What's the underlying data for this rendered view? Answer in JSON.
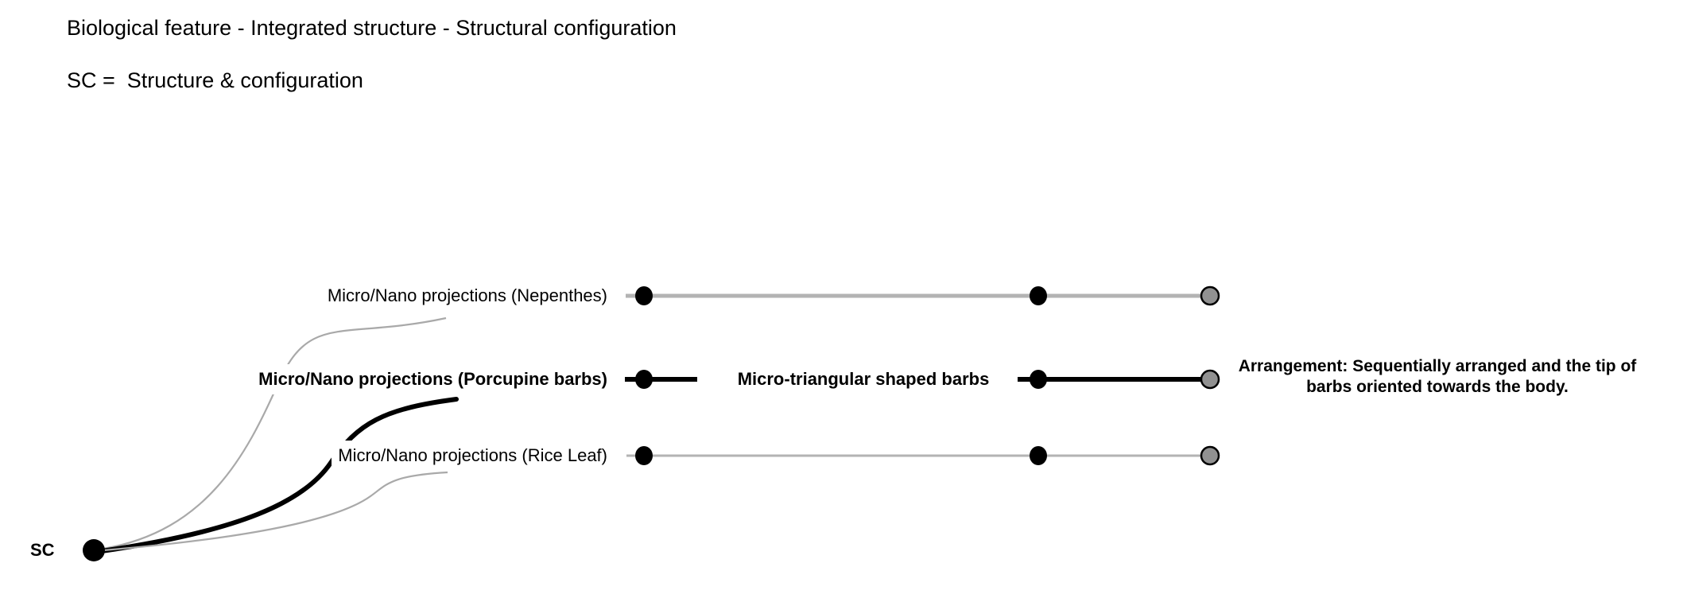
{
  "header": {
    "title": "Biological feature - Integrated structure - Structural configuration",
    "legend": "SC =  Structure & configuration"
  },
  "root": {
    "label": "SC"
  },
  "branches": [
    {
      "label": "Micro/Nano projections (Nepenthes)",
      "emphasis": false
    },
    {
      "label": "Micro/Nano projections (Porcupine barbs)",
      "emphasis": true,
      "feature": "Micro-triangular shaped barbs",
      "annotation": "Arrangement: Sequentially arranged and the tip of barbs oriented towards the body."
    },
    {
      "label": "Micro/Nano projections (Rice Leaf)",
      "emphasis": false
    }
  ],
  "colors": {
    "bg": "#ffffff",
    "text": "#000000",
    "curve-gray": "#a9a9a9",
    "line-gray": "#b3b3b3",
    "line-black": "#000000",
    "node-black": "#000000",
    "node-gray": "#919191",
    "node-stroke": "#000000"
  }
}
